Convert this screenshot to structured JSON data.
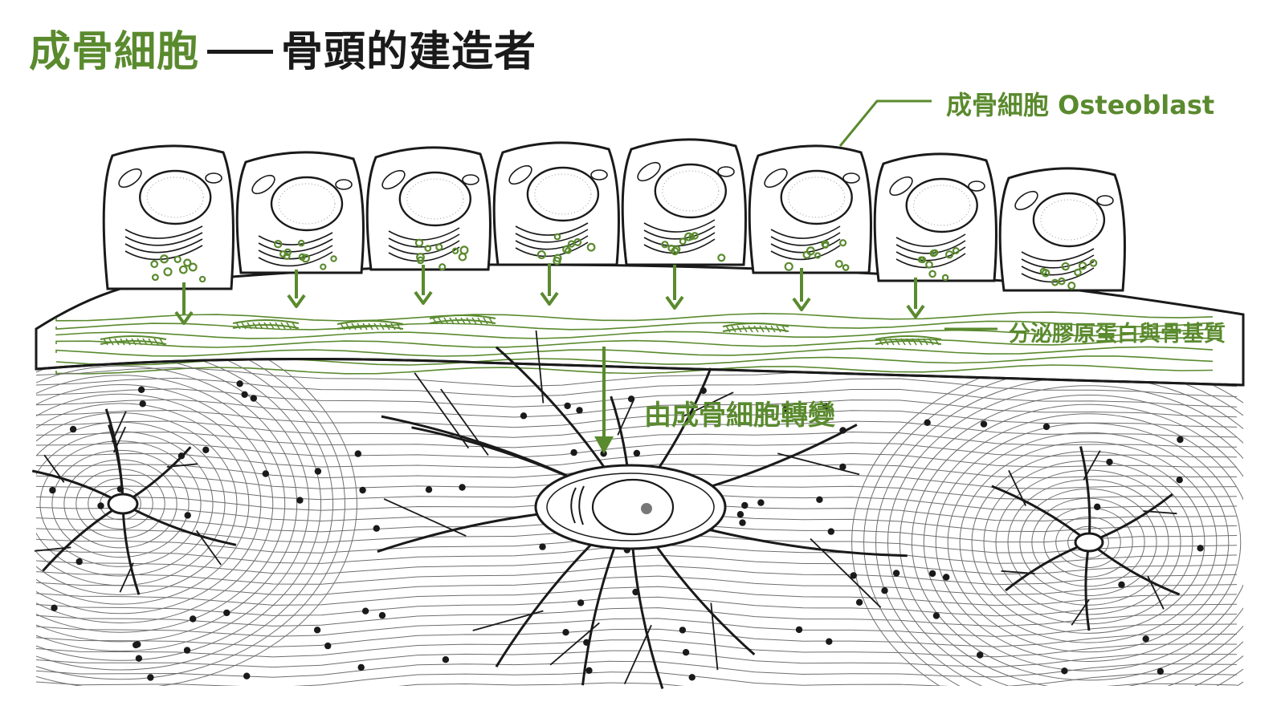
{
  "title": {
    "green_part": "成骨細胞",
    "black_part": "骨頭的建造者"
  },
  "labels": {
    "osteoblast": "成骨細胞 Osteoblast",
    "secrete": "分泌膠原蛋白與骨基質",
    "transform": "由成骨細胞轉變"
  },
  "colors": {
    "accent_green": "#5a8a2e",
    "ink": "#1a1a1a",
    "background": "#ffffff"
  }
}
